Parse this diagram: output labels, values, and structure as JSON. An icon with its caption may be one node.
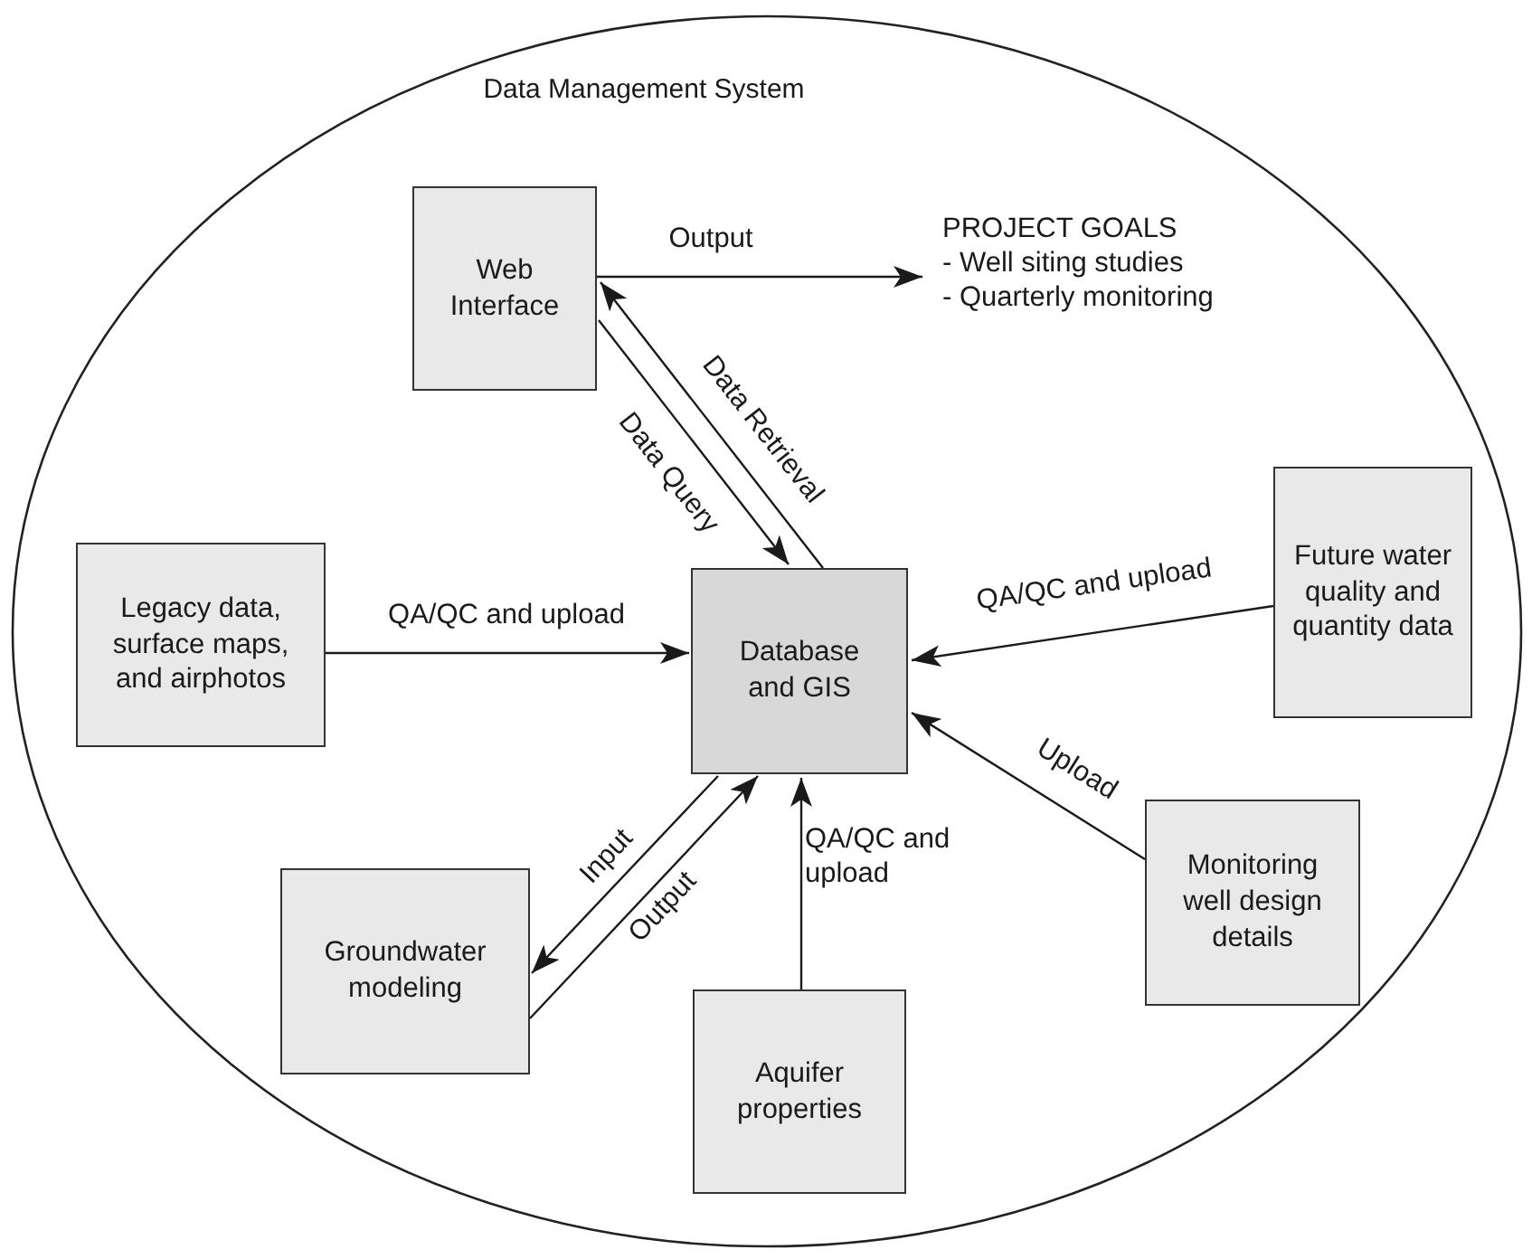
{
  "diagram": {
    "nodes": [
      {
        "text": [
          "Data Management System"
        ]
      },
      {
        "text": [
          "Web Interface"
        ],
        "in": 0
      },
      {
        "text": [
          "PROJECT GOALS",
          "- Well siting studies",
          "- Quarterly monitoring"
        ],
        "in": 0
      },
      {
        "text": [
          "Legacy data, surface maps, and airphotos"
        ],
        "in": 0
      },
      {
        "text": [
          "Database and GIS"
        ],
        "in": 0
      },
      {
        "text": [
          "Future water quality and quantity data"
        ],
        "in": 0
      },
      {
        "text": [
          "Groundwater modeling"
        ],
        "in": 0
      },
      {
        "text": [
          "Aquifer properties"
        ],
        "in": 0
      },
      {
        "text": [
          "Monitoring well design details"
        ],
        "in": 0
      }
    ],
    "edges": [
      {
        "from": 1,
        "to": 2,
        "arrow": "to",
        "label": "Output"
      },
      {
        "from": 4,
        "to": 1,
        "arrow": "to",
        "label": "Data Retrieval"
      },
      {
        "from": 1,
        "to": 4,
        "arrow": "to",
        "label": "Data Query"
      },
      {
        "from": 3,
        "to": 4,
        "arrow": "to",
        "label": "QA/QC and upload"
      },
      {
        "from": 5,
        "to": 4,
        "arrow": "to",
        "label": "QA/QC and upload"
      },
      {
        "from": 8,
        "to": 4,
        "arrow": "to",
        "label": "Upload"
      },
      {
        "from": 4,
        "to": 6,
        "arrow": "to",
        "label": "Input"
      },
      {
        "from": 6,
        "to": 4,
        "arrow": "to",
        "label": "Output"
      },
      {
        "from": 7,
        "to": 4,
        "arrow": "to",
        "label": "QA/QC and upload"
      }
    ]
  }
}
